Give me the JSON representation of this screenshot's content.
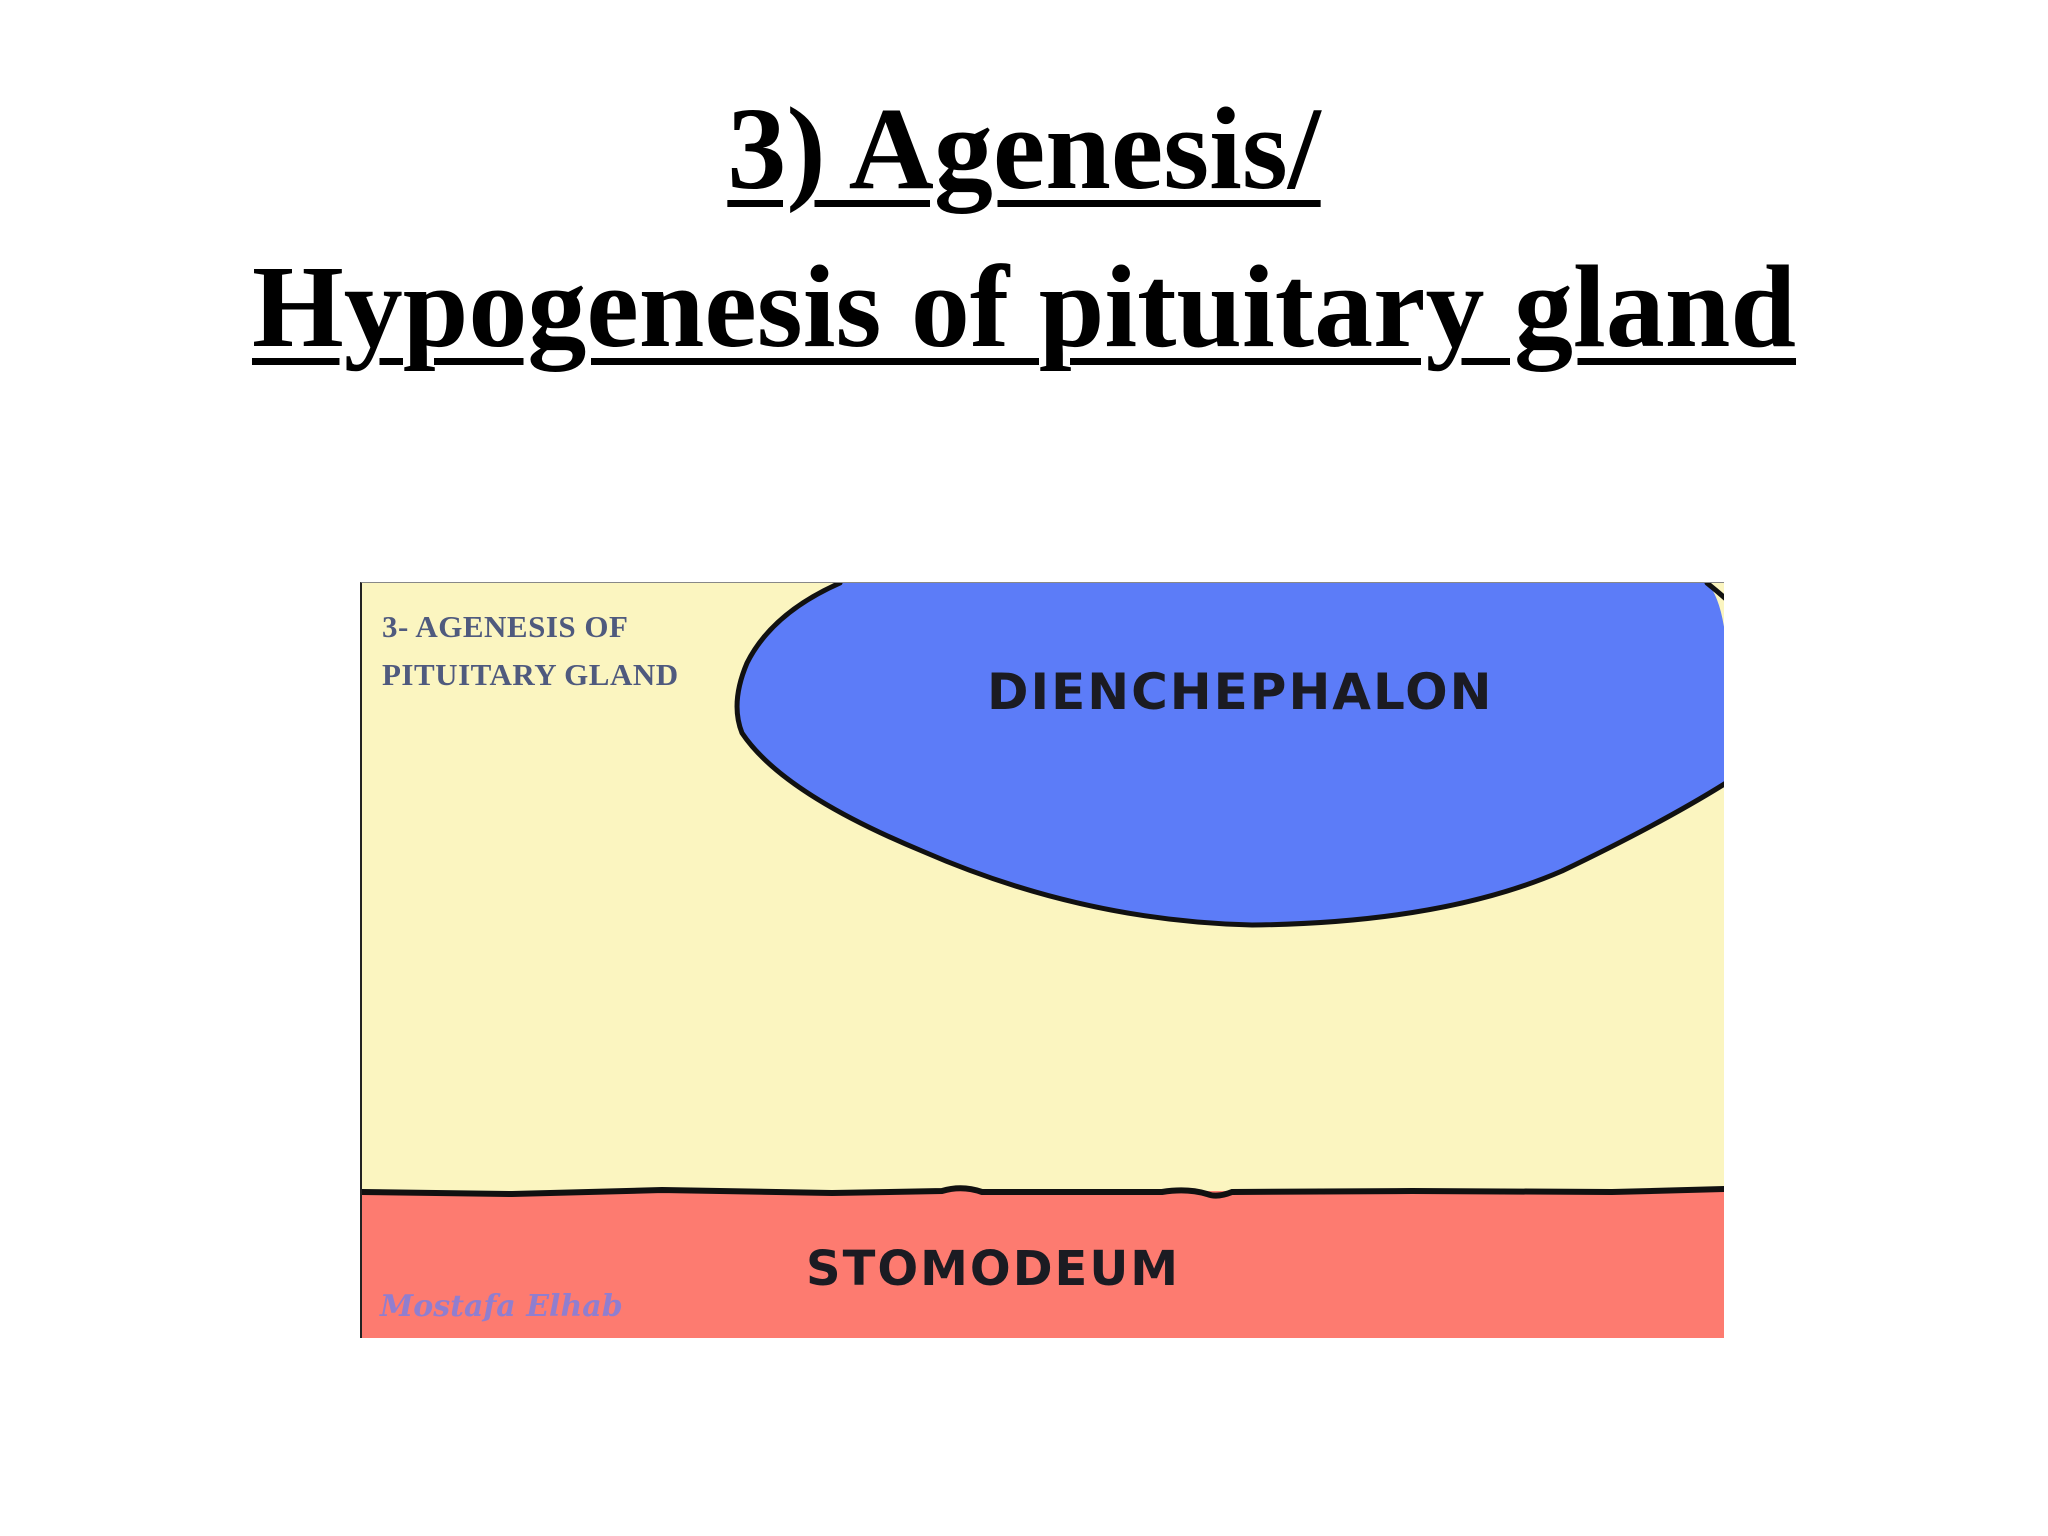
{
  "slide": {
    "title_line1": "3) Agenesis/",
    "title_line2": "Hypogenesis of pituitary gland"
  },
  "figure": {
    "caption_line1": "3- AGENESIS OF",
    "caption_line2": "PITUITARY GLAND",
    "diencephalon_label": "DIENCHEPHALON",
    "stomodeum_label": "STOMODEUM",
    "signature": "Mostafa Elhab",
    "colors": {
      "background": "#fbf5c0",
      "diencephalon": "#5c7cf8",
      "stomodeum": "#fd7b70",
      "outline": "#111111"
    }
  }
}
